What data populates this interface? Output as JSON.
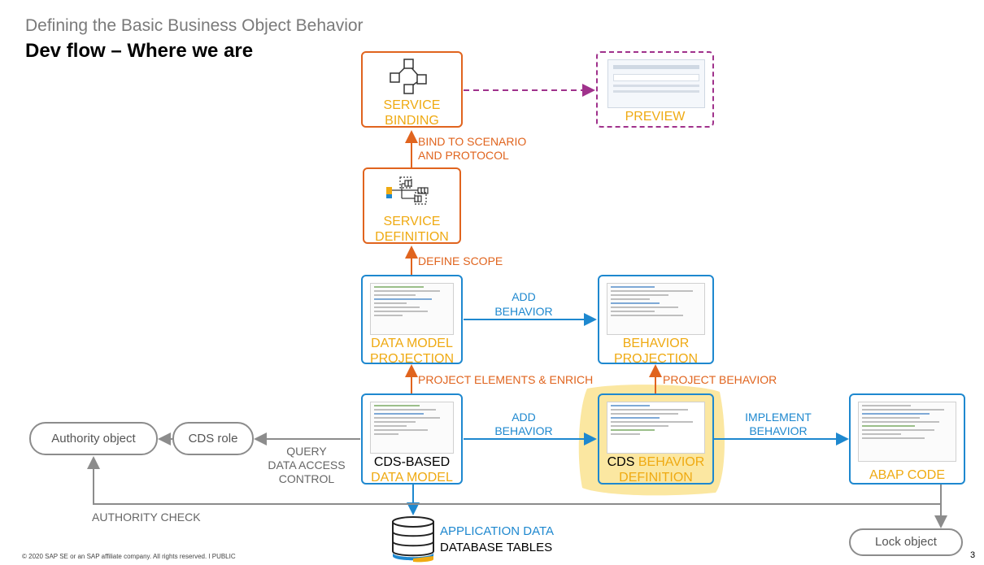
{
  "header": {
    "subtitle": "Defining the Basic Business Object Behavior",
    "title": "Dev flow – Where we are"
  },
  "boxes": {
    "service_binding": [
      "SERVICE",
      "BINDING"
    ],
    "preview": "PREVIEW",
    "service_definition": [
      "SERVICE",
      "DEFINITION"
    ],
    "data_model_projection": [
      "DATA MODEL",
      "PROJECTION"
    ],
    "behavior_projection": [
      "BEHAVIOR",
      "PROJECTION"
    ],
    "cds_data_model": [
      "CDS-BASED",
      "DATA MODEL"
    ],
    "cds_behavior_definition": [
      "CDS",
      "BEHAVIOR",
      "DEFINITION"
    ],
    "abap_code": "ABAP CODE"
  },
  "arrows": {
    "bind": [
      "BIND TO SCENARIO",
      "AND PROTOCOL"
    ],
    "define_scope": "DEFINE SCOPE",
    "add_behavior_top": [
      "ADD",
      "BEHAVIOR"
    ],
    "project_elements": "PROJECT ELEMENTS & ENRICH",
    "project_behavior": "PROJECT BEHAVIOR",
    "add_behavior_bottom": [
      "ADD",
      "BEHAVIOR"
    ],
    "implement_behavior": [
      "IMPLEMENT",
      "BEHAVIOR"
    ],
    "query": [
      "QUERY",
      "DATA ACCESS",
      "CONTROL"
    ],
    "authority_check": "AUTHORITY CHECK"
  },
  "pills": {
    "authority_object": "Authority object",
    "cds_role": "CDS role",
    "lock_object": "Lock object"
  },
  "database": [
    "APPLICATION DATA",
    "DATABASE TABLES"
  ],
  "footer": {
    "copyright": "© 2020 SAP SE or an SAP affiliate company. All rights reserved.  ǀ  PUBLIC",
    "page": "3"
  },
  "colors": {
    "orange": "#e0641e",
    "blue": "#1e88cf",
    "yellow": "#efaa12",
    "purple": "#a0328c",
    "grey": "#8c8c8c",
    "highlight": "#fbe7a1"
  }
}
